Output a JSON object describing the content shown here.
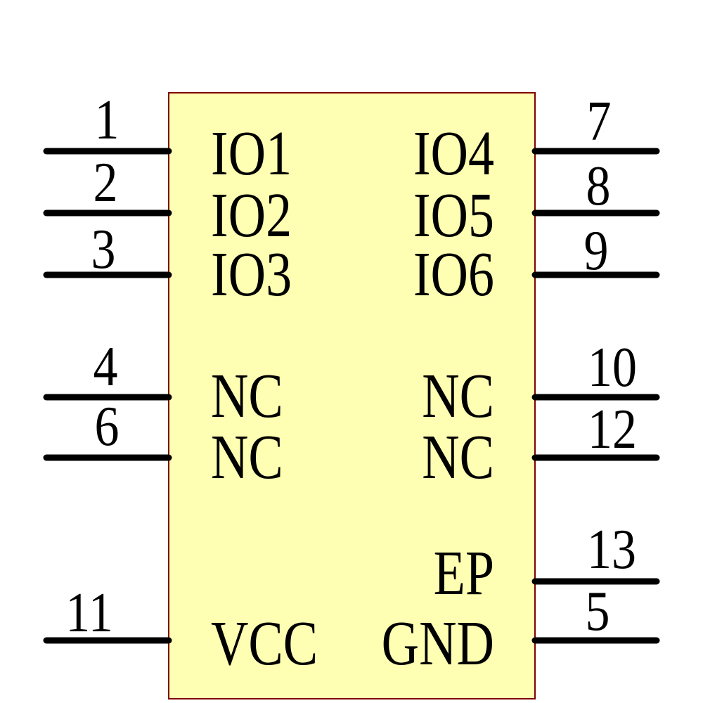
{
  "component": {
    "kind": "ic-schematic-symbol",
    "colors": {
      "background": "#FFFFFF",
      "body_fill": "#FFFFB3",
      "body_stroke": "#7F0000",
      "pin_color": "#000000",
      "text_color": "#000000"
    },
    "left_pins": [
      {
        "number": "1",
        "label": "IO1"
      },
      {
        "number": "2",
        "label": "IO2"
      },
      {
        "number": "3",
        "label": "IO3"
      },
      {
        "number": "4",
        "label": "NC"
      },
      {
        "number": "6",
        "label": "NC"
      },
      {
        "number": "11",
        "label": "VCC"
      }
    ],
    "right_pins": [
      {
        "number": "7",
        "label": "IO4"
      },
      {
        "number": "8",
        "label": "IO5"
      },
      {
        "number": "9",
        "label": "IO6"
      },
      {
        "number": "10",
        "label": "NC"
      },
      {
        "number": "12",
        "label": "NC"
      },
      {
        "number": "13",
        "label": "EP"
      },
      {
        "number": "5",
        "label": "GND"
      }
    ]
  }
}
